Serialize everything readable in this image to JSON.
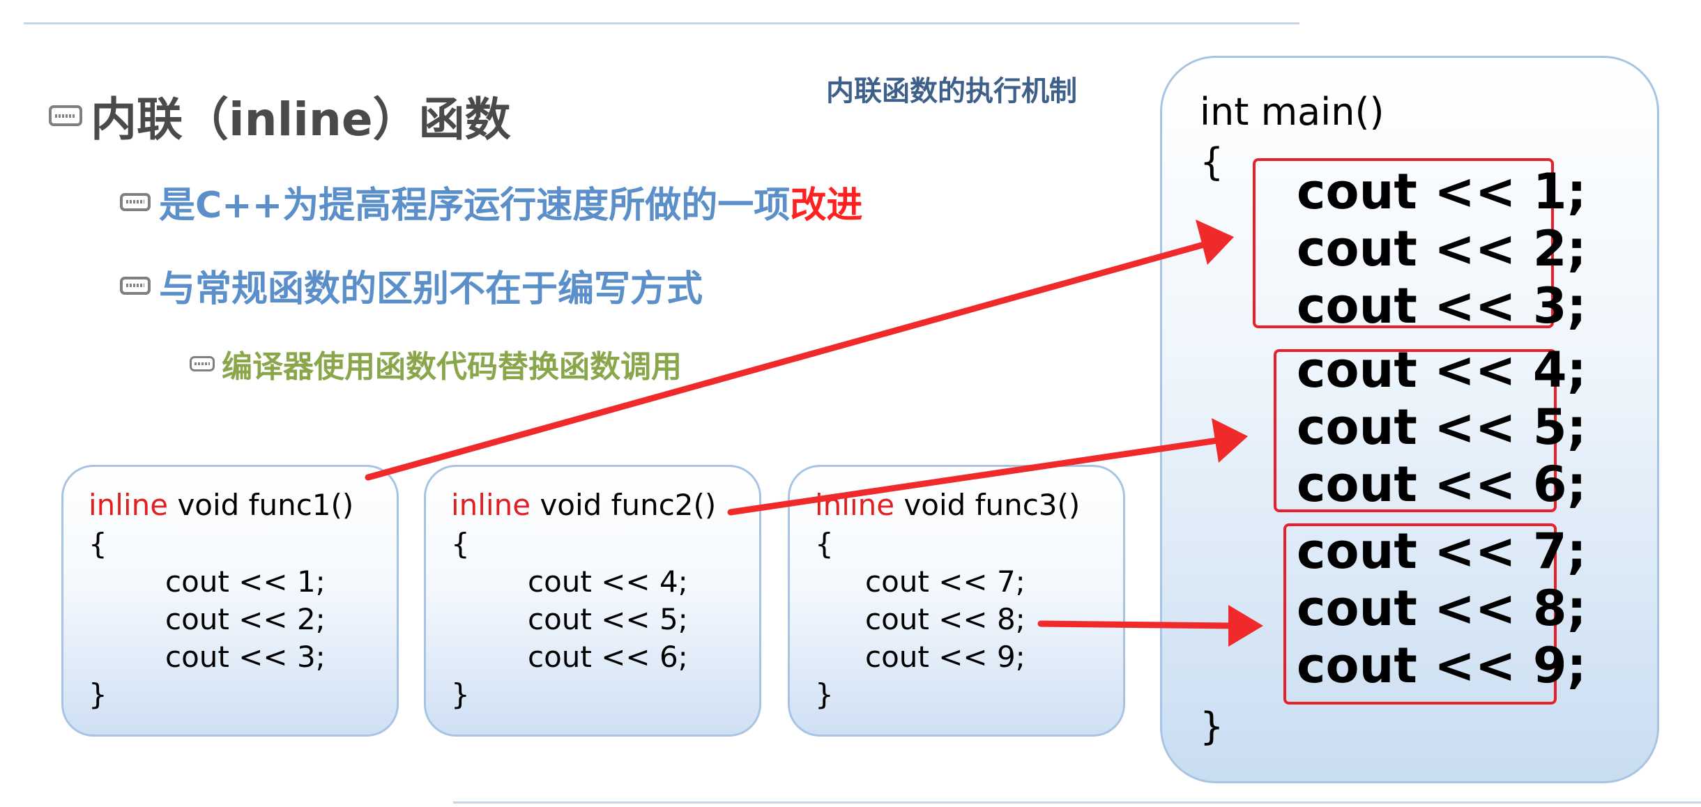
{
  "slide": {
    "heading": "内联（inline）函数",
    "bullet1_text": "是C++为提高程序运行速度所做的一项",
    "bullet1_highlight": "改进",
    "bullet2_text": "与常规函数的区别不在于编写方式",
    "bullet3_text": "编译器使用函数代码替换函数调用",
    "mechanism_title": "内联函数的执行机制"
  },
  "functions": [
    {
      "keyword": "inline",
      "rest": " void func1()",
      "open_brace": "{",
      "close_brace": "}",
      "lines": [
        "cout << 1;",
        "cout << 2;",
        "cout << 3;"
      ]
    },
    {
      "keyword": "inline",
      "rest": " void func2()",
      "open_brace": "{",
      "close_brace": "}",
      "lines": [
        "cout << 4;",
        "cout << 5;",
        "cout << 6;"
      ]
    },
    {
      "keyword": "inline",
      "rest": " void func3()",
      "open_brace": "{",
      "close_brace": "}",
      "lines": [
        "cout << 7;",
        "cout << 8;",
        "cout << 9;"
      ]
    }
  ],
  "main_code": {
    "signature": "int main()",
    "open_brace": "{",
    "close_brace": "}",
    "lines": [
      "cout << 1;",
      "cout << 2;",
      "cout << 3;",
      "cout << 4;",
      "cout << 5;",
      "cout << 6;",
      "cout << 7;",
      "cout << 8;",
      "cout << 9;"
    ]
  },
  "colors": {
    "keyword": "#e02020",
    "arrow": "#f02a2a",
    "box_border": "#e8202a",
    "bullet1": "#5b8fc9",
    "bullet3": "#8aa64a"
  }
}
